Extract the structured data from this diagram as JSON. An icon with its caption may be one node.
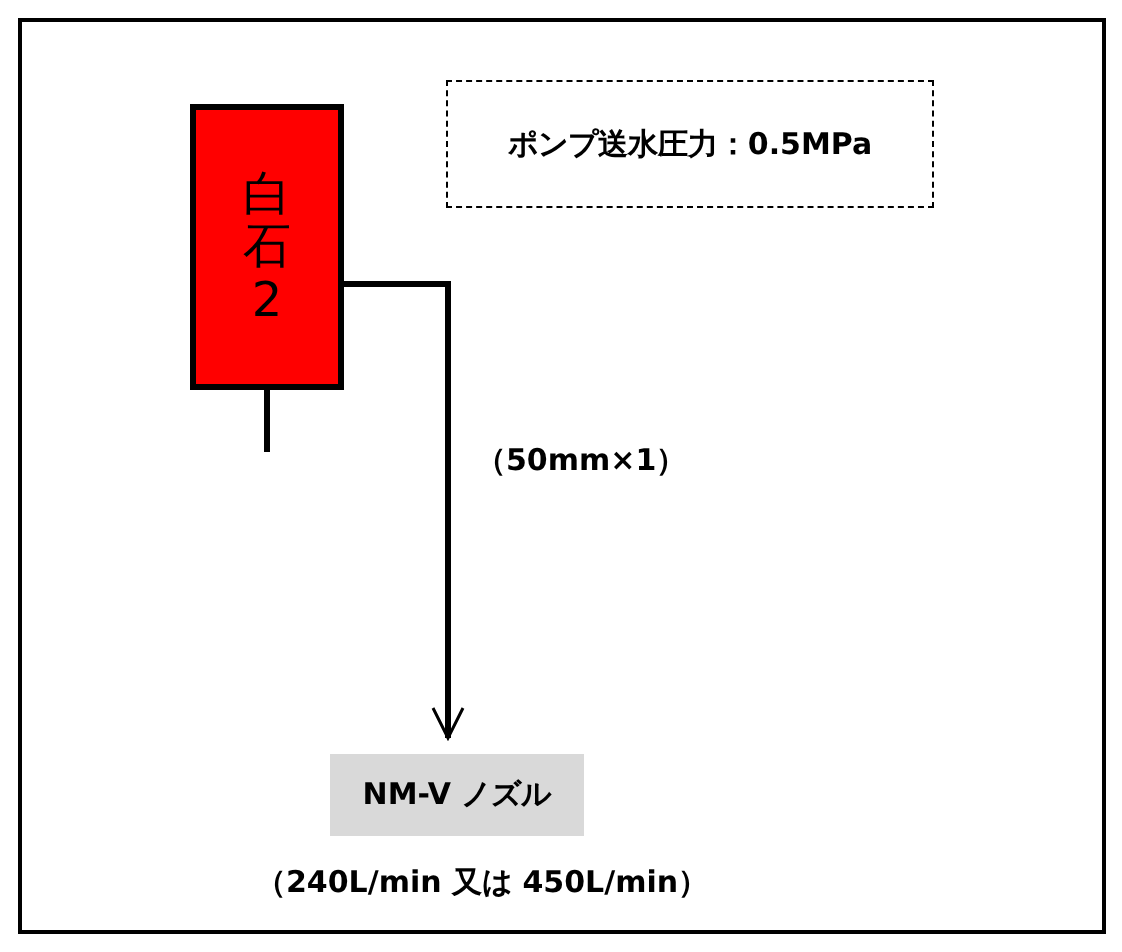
{
  "diagram": {
    "nodes": [
      {
        "text": [
          "白石2"
        ]
      },
      {
        "text": [
          "ポンプ送水圧力：0.5MPa"
        ]
      },
      {
        "text": [
          "NM-V ノズル"
        ],
        "beside": [
          "（240L/min 又は 450L/min）"
        ]
      }
    ],
    "edges": [
      {
        "from": 0,
        "to": 2,
        "arrow": "to",
        "label": "（50mm×1）"
      },
      {
        "from": 0,
        "to": null,
        "arrow": "none"
      }
    ]
  }
}
